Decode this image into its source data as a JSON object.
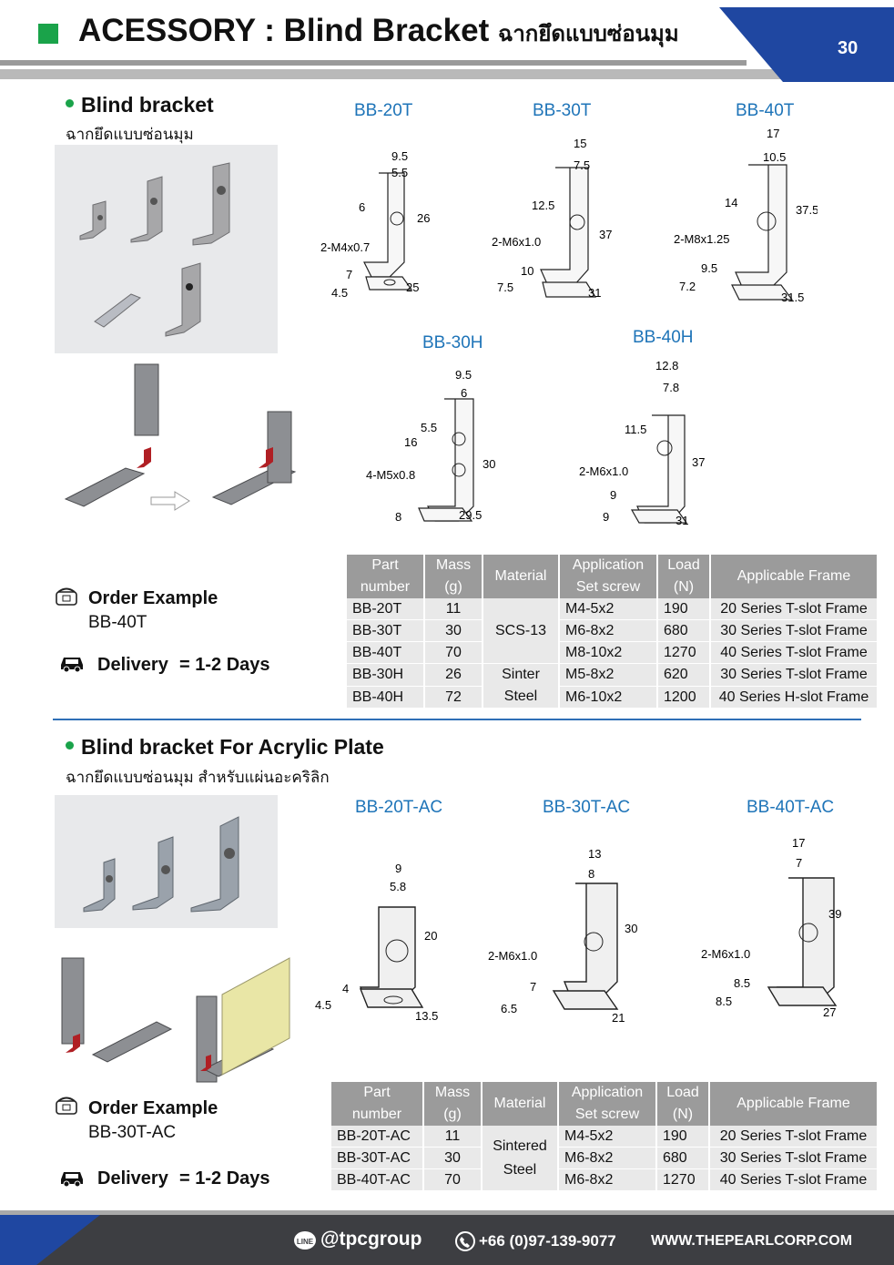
{
  "header": {
    "title": "ACESSORY : Blind Bracket",
    "title_thai": "ฉากยึดแบบซ่อนมุม",
    "page_number": "30"
  },
  "section1": {
    "title": "Blind bracket",
    "subtitle": "ฉากยึดแบบซ่อนมุม",
    "models": {
      "bb20t": {
        "label": "BB-20T",
        "dims": [
          "9.5",
          "5.5",
          "6",
          "26",
          "2-M4x0.7",
          "7",
          "4.5",
          "25"
        ]
      },
      "bb30t": {
        "label": "BB-30T",
        "dims": [
          "15",
          "7.5",
          "12.5",
          "37",
          "2-M6x1.0",
          "10",
          "7.5",
          "31"
        ]
      },
      "bb40t": {
        "label": "BB-40T",
        "dims": [
          "17",
          "10.5",
          "14",
          "37.5",
          "2-M8x1.25",
          "9.5",
          "7.2",
          "31.5"
        ]
      },
      "bb30h": {
        "label": "BB-30H",
        "dims": [
          "9.5",
          "6",
          "5.5",
          "16",
          "30",
          "4-M5x0.8",
          "8",
          "29.5"
        ]
      },
      "bb40h": {
        "label": "BB-40H",
        "dims": [
          "12.8",
          "7.8",
          "11.5",
          "37",
          "2-M6x1.0",
          "9",
          "9",
          "31"
        ]
      }
    },
    "order_example_label": "Order Example",
    "order_example_value": "BB-40T",
    "delivery_label": "Delivery",
    "delivery_value": "= 1-2 Days",
    "table": {
      "headers": {
        "part": "Part",
        "part2": "number",
        "mass": "Mass",
        "mass2": "(g)",
        "material": "Material",
        "app": "Application",
        "app2": "Set screw",
        "load": "Load",
        "load2": "(N)",
        "frame": "Applicable Frame"
      },
      "rows": [
        {
          "part": "BB-20T",
          "mass": "11",
          "app": "M4-5x2",
          "load": "190",
          "frame": "20 Series T-slot Frame"
        },
        {
          "part": "BB-30T",
          "mass": "30",
          "app": "M6-8x2",
          "load": "680",
          "frame": "30 Series T-slot Frame"
        },
        {
          "part": "BB-40T",
          "mass": "70",
          "app": "M8-10x2",
          "load": "1270",
          "frame": "40 Series T-slot Frame"
        },
        {
          "part": "BB-30H",
          "mass": "26",
          "app": "M5-8x2",
          "load": "620",
          "frame": "30 Series T-slot Frame"
        },
        {
          "part": "BB-40H",
          "mass": "72",
          "app": "M6-10x2",
          "load": "1200",
          "frame": "40 Series H-slot Frame"
        }
      ],
      "material_a": "SCS-13",
      "material_b1": "Sinter",
      "material_b2": "Steel"
    }
  },
  "section2": {
    "title": "Blind bracket For Acrylic Plate",
    "subtitle": "ฉากยึดแบบซ่อนมุม สำหรับแผ่นอะคริลิก",
    "models": {
      "ac20": {
        "label": "BB-20T-AC",
        "dims": [
          "9",
          "5.8",
          "20",
          "4",
          "4.5",
          "13.5"
        ]
      },
      "ac30": {
        "label": "BB-30T-AC",
        "dims": [
          "13",
          "8",
          "30",
          "2-M6x1.0",
          "7",
          "6.5",
          "21"
        ]
      },
      "ac40": {
        "label": "BB-40T-AC",
        "dims": [
          "17",
          "7",
          "39",
          "2-M6x1.0",
          "8.5",
          "8.5",
          "27"
        ]
      }
    },
    "order_example_label": "Order Example",
    "order_example_value": "BB-30T-AC",
    "delivery_label": "Delivery",
    "delivery_value": "= 1-2 Days",
    "table": {
      "headers": {
        "part": "Part",
        "part2": "number",
        "mass": "Mass",
        "mass2": "(g)",
        "material": "Material",
        "app": "Application",
        "app2": "Set screw",
        "load": "Load",
        "load2": "(N)",
        "frame": "Applicable Frame"
      },
      "rows": [
        {
          "part": "BB-20T-AC",
          "mass": "11",
          "app": "M4-5x2",
          "load": "190",
          "frame": "20 Series T-slot Frame"
        },
        {
          "part": "BB-30T-AC",
          "mass": "30",
          "app": "M6-8x2",
          "load": "680",
          "frame": "30 Series T-slot Frame"
        },
        {
          "part": "BB-40T-AC",
          "mass": "70",
          "app": "M6-8x2",
          "load": "1270",
          "frame": "40 Series T-slot Frame"
        }
      ],
      "material1": "Sintered",
      "material2": "Steel"
    }
  },
  "footer": {
    "line_id": "@tpcgroup",
    "phone": "+66 (0)97-139-9077",
    "website": "WWW.THEPEARLCORP.COM",
    "line_badge": "LINE"
  },
  "colors": {
    "accent_green": "#1aa34a",
    "accent_blue": "#1e74b8",
    "banner_blue": "#1f47a1",
    "footer_dark": "#3d3e42"
  },
  "icons": [
    "phone-icon",
    "car-icon",
    "line-icon",
    "phone-circle-icon",
    "arrow-icon"
  ]
}
